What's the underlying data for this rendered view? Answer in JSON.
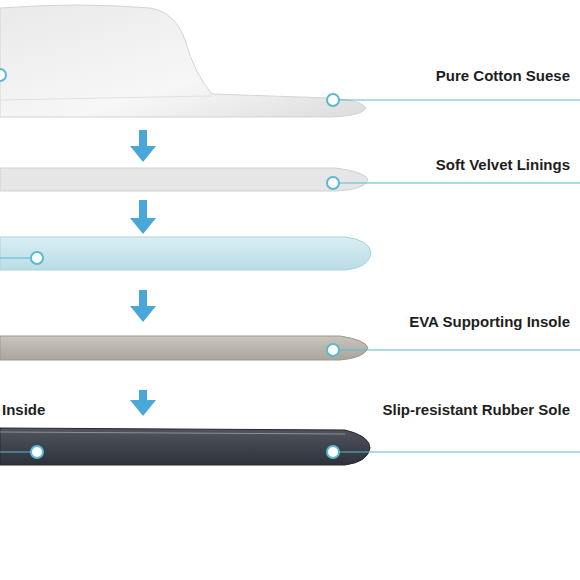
{
  "diagram": {
    "labels": [
      "Pure Cotton Suese",
      "Soft Velvet Linings",
      "EVA Supporting Insole",
      "Inside",
      "Slip-resistant Rubber Sole"
    ]
  }
}
